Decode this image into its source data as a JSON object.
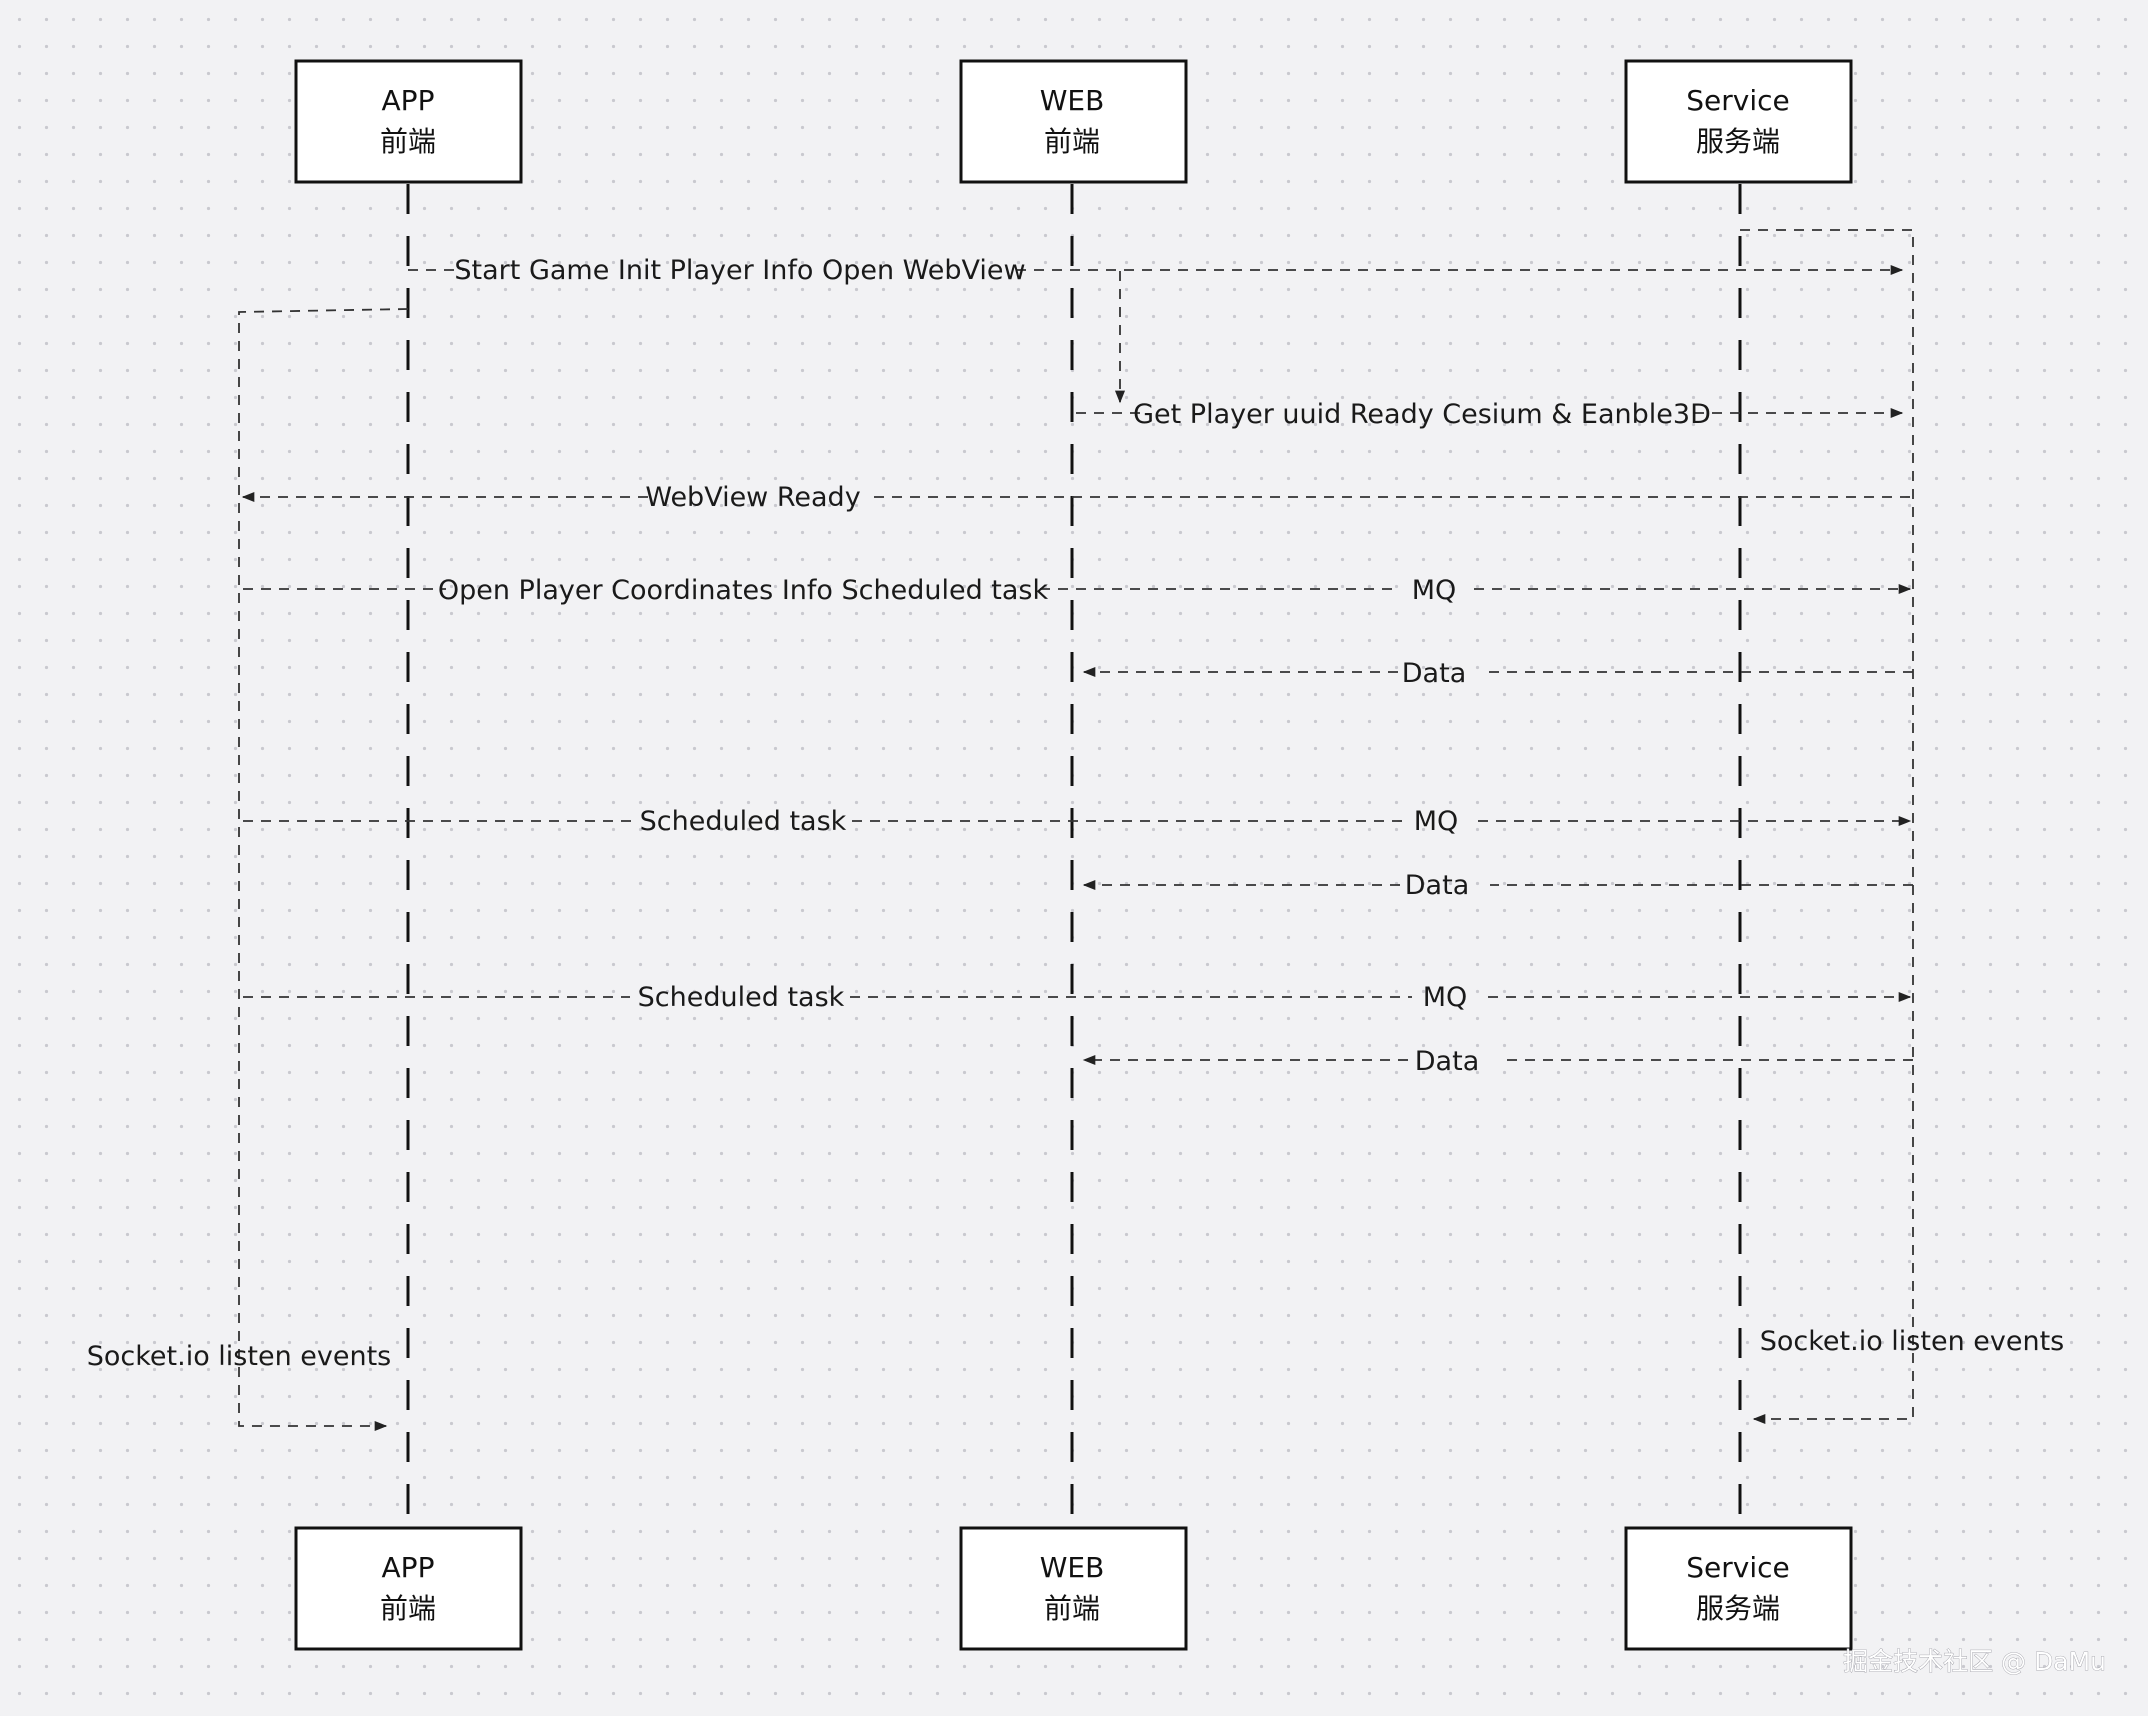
{
  "participants": [
    {
      "id": "app",
      "name": "APP",
      "sub": "前端"
    },
    {
      "id": "web",
      "name": "WEB",
      "sub": "前端"
    },
    {
      "id": "service",
      "name": "Service",
      "sub": "服务端"
    }
  ],
  "messages": {
    "start_game": "Start Game Init Player Info Open WebView",
    "get_player": "Get Player uuid Ready Cesium & Eanble3D",
    "webview_ready": "WebView Ready",
    "open_coords": "Open Player Coordinates Info Scheduled task",
    "mq_1": "MQ",
    "data_1": "Data",
    "scheduled_1": "Scheduled task",
    "mq_2": "MQ",
    "data_2": "Data",
    "scheduled_2": "Scheduled task",
    "mq_3": "MQ",
    "data_3": "Data",
    "socket_app": "Socket.io listen events",
    "socket_service": "Socket.io listen events"
  },
  "watermark": "掘金技术社区 @ DaMu"
}
